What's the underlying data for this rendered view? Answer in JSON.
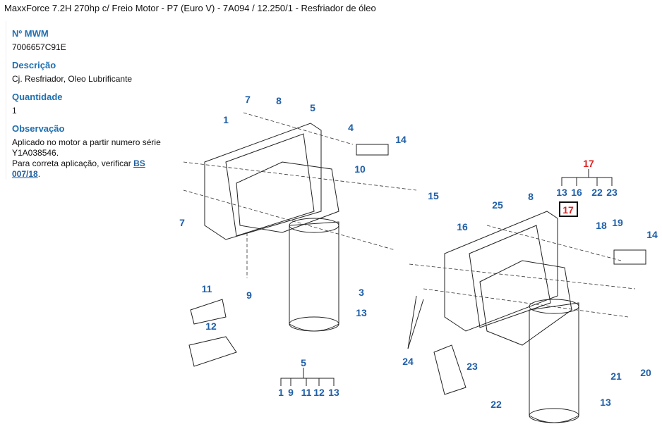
{
  "title": "MaxxForce 7.2H 270hp c/ Freio Motor - P7 (Euro V) - 7A094  /  12.250/1 - Resfriador de óleo",
  "fields": {
    "mwm_label": "Nº MWM",
    "mwm_value": "7006657C91E",
    "desc_label": "Descrição",
    "desc_value": "Cj. Resfriador, Oleo Lubrificante",
    "qty_label": "Quantidade",
    "qty_value": "1",
    "obs_label": "Observação",
    "obs_line1": "Aplicado no motor a partir numero série Y1A038546.",
    "obs_line2": "Para correta aplicação, verificar ",
    "obs_link": "BS 007/18",
    "obs_end": "."
  },
  "callouts": {
    "left": [
      "7",
      "8",
      "5",
      "1",
      "4",
      "14",
      "10",
      "15",
      "7",
      "9",
      "11",
      "12",
      "3",
      "13",
      "5"
    ],
    "left_group": [
      "1",
      "9",
      "11",
      "12",
      "13"
    ],
    "right_group_head": "17",
    "right_group": [
      "13",
      "16",
      "22",
      "23"
    ],
    "right": [
      "17",
      "25",
      "8",
      "16",
      "18",
      "19",
      "14",
      "24",
      "23",
      "22",
      "21",
      "20",
      "13"
    ]
  },
  "colors": {
    "callout": "#1f5fa8",
    "highlight": "#e02020"
  }
}
